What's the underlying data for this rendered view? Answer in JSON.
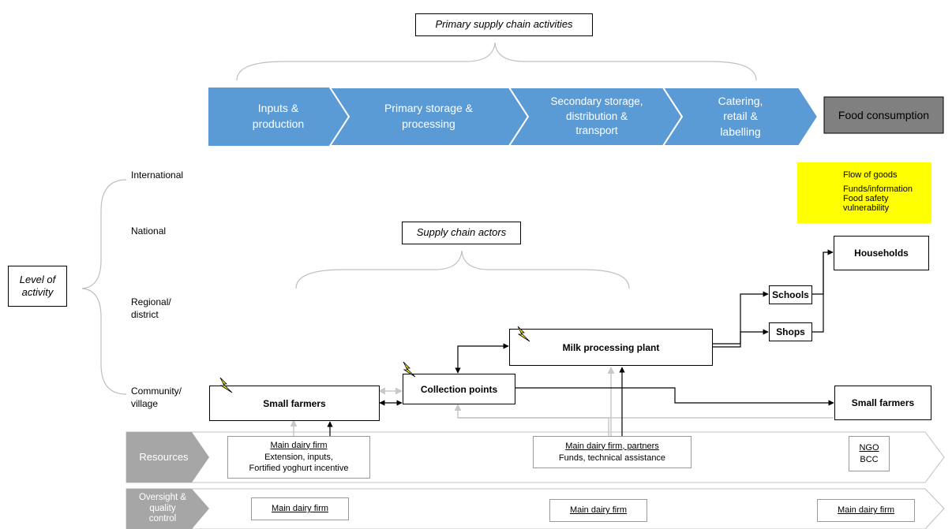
{
  "primary_title": "Primary supply chain activities",
  "stages": [
    {
      "lines": [
        "Inputs &",
        "production"
      ]
    },
    {
      "lines": [
        "Primary storage &",
        "processing"
      ]
    },
    {
      "lines": [
        "Secondary storage,",
        "distribution &",
        "transport"
      ]
    },
    {
      "lines": [
        "Catering,",
        "retail &",
        "labelling"
      ]
    }
  ],
  "final_stage": "Food consumption",
  "level_title": [
    "Level of",
    "activity"
  ],
  "levels": {
    "international": "International",
    "national": "National",
    "regional": [
      "Regional/",
      "district"
    ],
    "community": [
      "Community/",
      "village"
    ]
  },
  "actors_title": "Supply chain actors",
  "actors": {
    "small_farmers_left": "Small farmers",
    "collection_points": "Collection points",
    "milk_processing_plant": "Milk processing plant",
    "schools": "Schools",
    "shops": "Shops",
    "households": "Households",
    "small_farmers_right": "Small farmers"
  },
  "legend": {
    "flow_of_goods": "Flow of goods",
    "funds_information": "Funds/information",
    "food_safety_vulnerability": "Food safety vulnerability"
  },
  "resources": {
    "label": "Resources",
    "box1": {
      "title": "Main dairy firm",
      "lines": [
        "Extension, inputs,",
        "Fortified yoghurt incentive"
      ]
    },
    "box2": {
      "title": "Main dairy firm, partners",
      "lines": [
        "Funds, technical assistance"
      ]
    },
    "box3": {
      "title": "NGO",
      "lines": [
        "BCC"
      ]
    }
  },
  "oversight": {
    "label": [
      "Oversight &",
      "quality",
      "control"
    ],
    "box1": "Main dairy firm",
    "box2": "Main dairy firm",
    "box3": "Main dairy firm"
  },
  "colors": {
    "chevron_blue": "#5b9bd5",
    "food_consumption_grey": "#808080",
    "legend_yellow": "#ffff00",
    "lightning_yellow": "#ffe800",
    "funds_arrow_grey": "#c8c8c8"
  }
}
